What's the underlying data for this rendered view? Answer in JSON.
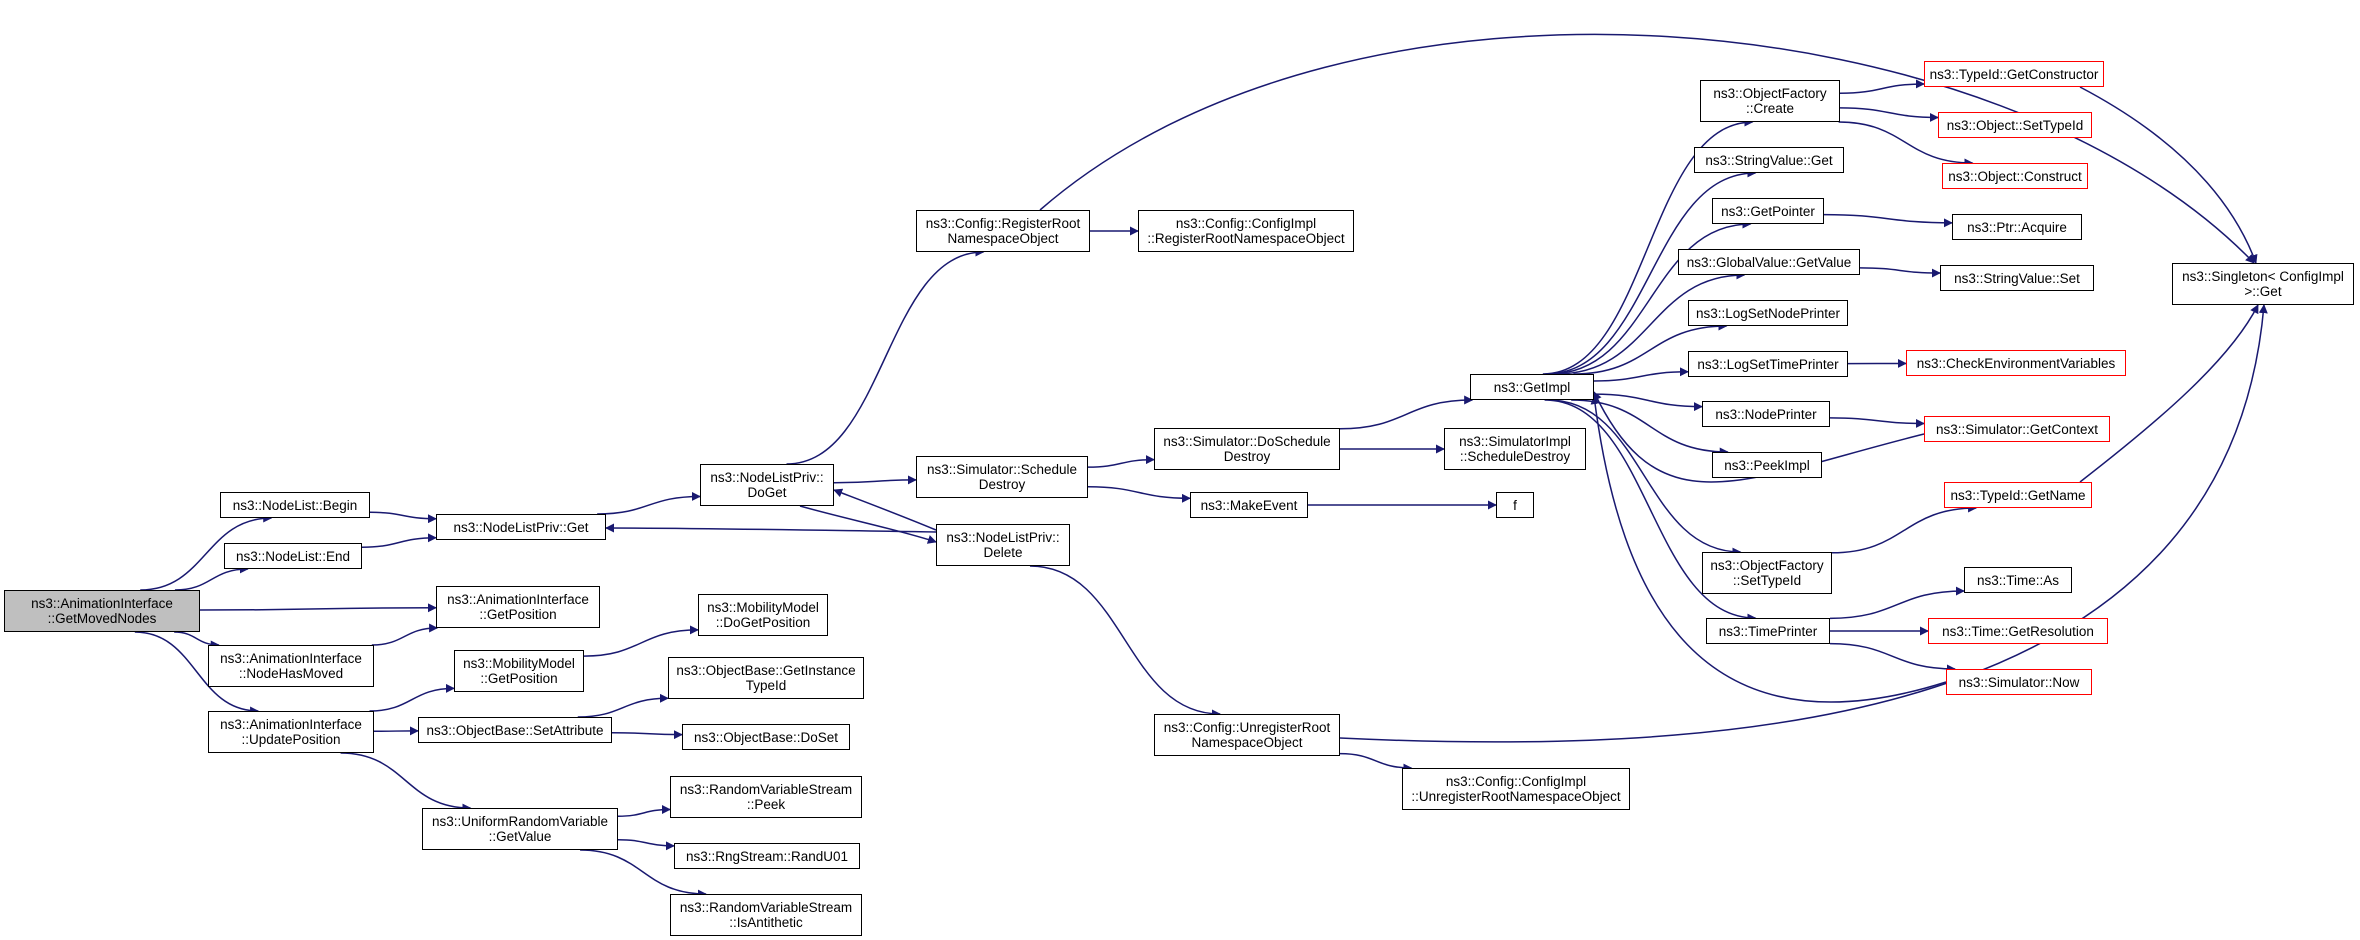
{
  "nodes": {
    "getmovednodes": {
      "lines": [
        "ns3::AnimationInterface",
        "::GetMovedNodes"
      ],
      "style": "root"
    },
    "nodelist-begin": {
      "lines": [
        "ns3::NodeList::Begin"
      ],
      "style": "normal"
    },
    "nodelist-end": {
      "lines": [
        "ns3::NodeList::End"
      ],
      "style": "normal"
    },
    "nodelistpriv-get": {
      "lines": [
        "ns3::NodeListPriv::Get"
      ],
      "style": "normal"
    },
    "nodelistpriv-doget": {
      "lines": [
        "ns3::NodeListPriv::",
        "DoGet"
      ],
      "style": "normal"
    },
    "nodelistpriv-delete": {
      "lines": [
        "ns3::NodeListPriv::",
        "Delete"
      ],
      "style": "normal"
    },
    "config-registerroot": {
      "lines": [
        "ns3::Config::RegisterRoot",
        "NamespaceObject"
      ],
      "style": "normal"
    },
    "configimpl-registerroot": {
      "lines": [
        "ns3::Config::ConfigImpl",
        "::RegisterRootNamespaceObject"
      ],
      "style": "normal"
    },
    "simulator-scheduledestroy": {
      "lines": [
        "ns3::Simulator::Schedule",
        "Destroy"
      ],
      "style": "normal"
    },
    "simulator-doscheduledestroy": {
      "lines": [
        "ns3::Simulator::DoSchedule",
        "Destroy"
      ],
      "style": "normal"
    },
    "simulatorimpl-scheduledestroy": {
      "lines": [
        "ns3::SimulatorImpl",
        "::ScheduleDestroy"
      ],
      "style": "normal"
    },
    "makeevent": {
      "lines": [
        "ns3::MakeEvent"
      ],
      "style": "normal"
    },
    "f": {
      "lines": [
        "f"
      ],
      "style": "normal"
    },
    "getimpl": {
      "lines": [
        "ns3::GetImpl"
      ],
      "style": "normal"
    },
    "config-unregisterroot": {
      "lines": [
        "ns3::Config::UnregisterRoot",
        "NamespaceObject"
      ],
      "style": "normal"
    },
    "configimpl-unregisterroot": {
      "lines": [
        "ns3::Config::ConfigImpl",
        "::UnregisterRootNamespaceObject"
      ],
      "style": "normal"
    },
    "ai-getposition": {
      "lines": [
        "ns3::AnimationInterface",
        "::GetPosition"
      ],
      "style": "normal"
    },
    "ai-nodehasmoved": {
      "lines": [
        "ns3::AnimationInterface",
        "::NodeHasMoved"
      ],
      "style": "normal"
    },
    "ai-updateposition": {
      "lines": [
        "ns3::AnimationInterface",
        "::UpdatePosition"
      ],
      "style": "normal"
    },
    "mm-getposition": {
      "lines": [
        "ns3::MobilityModel",
        "::GetPosition"
      ],
      "style": "normal"
    },
    "mm-dogetposition": {
      "lines": [
        "ns3::MobilityModel",
        "::DoGetPosition"
      ],
      "style": "normal"
    },
    "ob-getinstancetypeid": {
      "lines": [
        "ns3::ObjectBase::GetInstance",
        "TypeId"
      ],
      "style": "normal"
    },
    "ob-setattribute": {
      "lines": [
        "ns3::ObjectBase::SetAttribute"
      ],
      "style": "normal"
    },
    "ob-doset": {
      "lines": [
        "ns3::ObjectBase::DoSet"
      ],
      "style": "normal"
    },
    "urv-getvalue": {
      "lines": [
        "ns3::UniformRandomVariable",
        "::GetValue"
      ],
      "style": "normal"
    },
    "rvs-peek": {
      "lines": [
        "ns3::RandomVariableStream",
        "::Peek"
      ],
      "style": "normal"
    },
    "rngstream-randu01": {
      "lines": [
        "ns3::RngStream::RandU01"
      ],
      "style": "normal"
    },
    "rvs-isantithetic": {
      "lines": [
        "ns3::RandomVariableStream",
        "::IsAntithetic"
      ],
      "style": "normal"
    },
    "objectfactory-create": {
      "lines": [
        "ns3::ObjectFactory",
        "::Create"
      ],
      "style": "normal"
    },
    "stringvalue-get": {
      "lines": [
        "ns3::StringValue::Get"
      ],
      "style": "normal"
    },
    "getpointer": {
      "lines": [
        "ns3::GetPointer"
      ],
      "style": "normal"
    },
    "globalvalue-getvalue": {
      "lines": [
        "ns3::GlobalValue::GetValue"
      ],
      "style": "normal"
    },
    "logsetnodeprinter": {
      "lines": [
        "ns3::LogSetNodePrinter"
      ],
      "style": "normal"
    },
    "logsettimeprinter": {
      "lines": [
        "ns3::LogSetTimePrinter"
      ],
      "style": "normal"
    },
    "nodeprinter": {
      "lines": [
        "ns3::NodePrinter"
      ],
      "style": "normal"
    },
    "peekimpl": {
      "lines": [
        "ns3::PeekImpl"
      ],
      "style": "normal"
    },
    "objectfactory-settypeid": {
      "lines": [
        "ns3::ObjectFactory",
        "::SetTypeId"
      ],
      "style": "normal"
    },
    "timeprinter": {
      "lines": [
        "ns3::TimePrinter"
      ],
      "style": "normal"
    },
    "typeid-getconstructor": {
      "lines": [
        "ns3::TypeId::GetConstructor"
      ],
      "style": "red"
    },
    "object-settypeid": {
      "lines": [
        "ns3::Object::SetTypeId"
      ],
      "style": "red"
    },
    "object-construct": {
      "lines": [
        "ns3::Object::Construct"
      ],
      "style": "red"
    },
    "ptr-acquire": {
      "lines": [
        "ns3::Ptr::Acquire"
      ],
      "style": "normal"
    },
    "stringvalue-set": {
      "lines": [
        "ns3::StringValue::Set"
      ],
      "style": "normal"
    },
    "checkenvvars": {
      "lines": [
        "ns3::CheckEnvironmentVariables"
      ],
      "style": "red"
    },
    "simulator-getcontext": {
      "lines": [
        "ns3::Simulator::GetContext"
      ],
      "style": "red"
    },
    "typeid-getname": {
      "lines": [
        "ns3::TypeId::GetName"
      ],
      "style": "red"
    },
    "time-as": {
      "lines": [
        "ns3::Time::As"
      ],
      "style": "normal"
    },
    "time-getresolution": {
      "lines": [
        "ns3::Time::GetResolution"
      ],
      "style": "red"
    },
    "simulator-now": {
      "lines": [
        "ns3::Simulator::Now"
      ],
      "style": "red"
    },
    "singleton-get": {
      "lines": [
        "ns3::Singleton< ConfigImpl",
        " >::Get"
      ],
      "style": "normal"
    }
  },
  "edges": [
    [
      "getmovednodes",
      "nodelist-begin"
    ],
    [
      "getmovednodes",
      "nodelist-end"
    ],
    [
      "getmovednodes",
      "ai-getposition"
    ],
    [
      "getmovednodes",
      "ai-nodehasmoved"
    ],
    [
      "getmovednodes",
      "ai-updateposition"
    ],
    [
      "nodelist-begin",
      "nodelistpriv-get"
    ],
    [
      "nodelist-end",
      "nodelistpriv-get"
    ],
    [
      "nodelistpriv-get",
      "nodelistpriv-doget"
    ],
    [
      "nodelistpriv-doget",
      "config-registerroot"
    ],
    [
      "nodelistpriv-doget",
      "simulator-scheduledestroy"
    ],
    [
      "nodelistpriv-doget",
      "nodelistpriv-delete"
    ],
    [
      "nodelistpriv-delete",
      "nodelistpriv-doget"
    ],
    [
      "nodelistpriv-delete",
      "nodelistpriv-get"
    ],
    [
      "nodelistpriv-delete",
      "config-unregisterroot"
    ],
    [
      "config-registerroot",
      "configimpl-registerroot"
    ],
    [
      "config-registerroot",
      "singleton-get"
    ],
    [
      "simulator-scheduledestroy",
      "simulator-doscheduledestroy"
    ],
    [
      "simulator-scheduledestroy",
      "makeevent"
    ],
    [
      "simulator-doscheduledestroy",
      "getimpl"
    ],
    [
      "simulator-doscheduledestroy",
      "simulatorimpl-scheduledestroy"
    ],
    [
      "makeevent",
      "f"
    ],
    [
      "config-unregisterroot",
      "configimpl-unregisterroot"
    ],
    [
      "config-unregisterroot",
      "singleton-get"
    ],
    [
      "ai-nodehasmoved",
      "ai-getposition"
    ],
    [
      "ai-updateposition",
      "mm-getposition"
    ],
    [
      "ai-updateposition",
      "ob-setattribute"
    ],
    [
      "ai-updateposition",
      "urv-getvalue"
    ],
    [
      "mm-getposition",
      "mm-dogetposition"
    ],
    [
      "ob-setattribute",
      "ob-getinstancetypeid"
    ],
    [
      "ob-setattribute",
      "ob-doset"
    ],
    [
      "urv-getvalue",
      "rvs-peek"
    ],
    [
      "urv-getvalue",
      "rngstream-randu01"
    ],
    [
      "urv-getvalue",
      "rvs-isantithetic"
    ],
    [
      "getimpl",
      "objectfactory-create"
    ],
    [
      "getimpl",
      "stringvalue-get"
    ],
    [
      "getimpl",
      "getpointer"
    ],
    [
      "getimpl",
      "globalvalue-getvalue"
    ],
    [
      "getimpl",
      "logsetnodeprinter"
    ],
    [
      "getimpl",
      "logsettimeprinter"
    ],
    [
      "getimpl",
      "nodeprinter"
    ],
    [
      "getimpl",
      "peekimpl"
    ],
    [
      "getimpl",
      "objectfactory-settypeid"
    ],
    [
      "getimpl",
      "timeprinter"
    ],
    [
      "objectfactory-create",
      "typeid-getconstructor"
    ],
    [
      "objectfactory-create",
      "object-settypeid"
    ],
    [
      "objectfactory-create",
      "object-construct"
    ],
    [
      "getpointer",
      "ptr-acquire"
    ],
    [
      "globalvalue-getvalue",
      "stringvalue-set"
    ],
    [
      "logsettimeprinter",
      "checkenvvars"
    ],
    [
      "nodeprinter",
      "simulator-getcontext"
    ],
    [
      "simulator-getcontext",
      "getimpl"
    ],
    [
      "objectfactory-settypeid",
      "typeid-getname"
    ],
    [
      "timeprinter",
      "time-as"
    ],
    [
      "timeprinter",
      "time-getresolution"
    ],
    [
      "timeprinter",
      "simulator-now"
    ],
    [
      "simulator-now",
      "getimpl"
    ],
    [
      "typeid-getconstructor",
      "singleton-get"
    ],
    [
      "typeid-getname",
      "singleton-get"
    ]
  ]
}
